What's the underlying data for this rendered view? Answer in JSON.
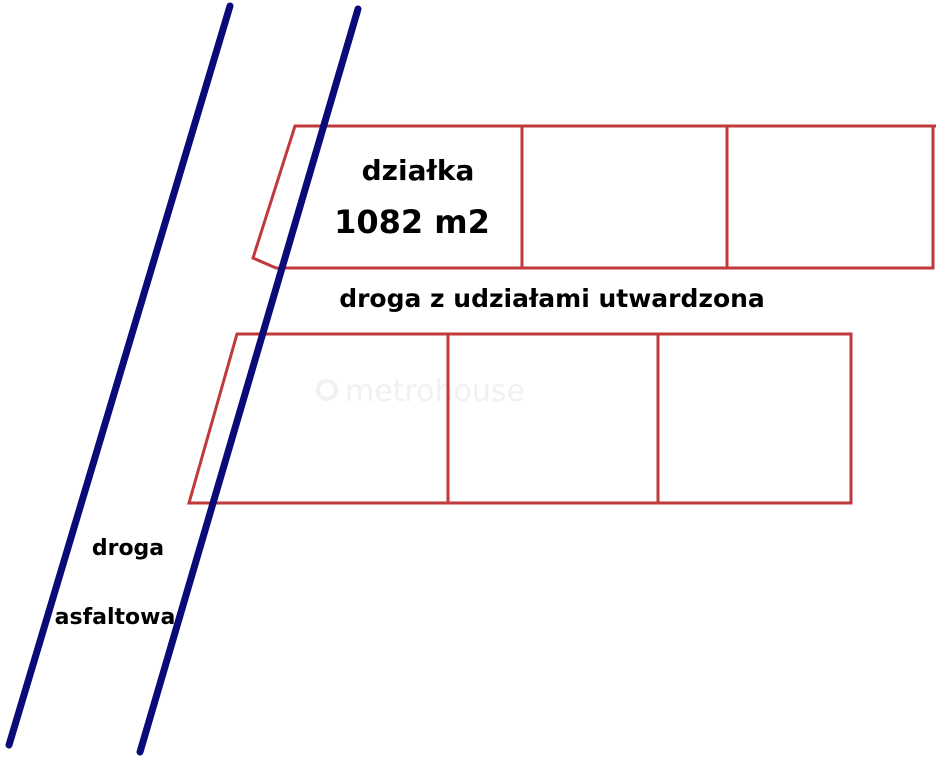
{
  "colors": {
    "plot_outline": "#c0393b",
    "road": "#0a0a78",
    "text": "#000000",
    "watermark": "#f1f1f1"
  },
  "labels": {
    "plot_name": "działka",
    "plot_area": "1082 m2",
    "shared_road": "droga z udziałami utwardzona",
    "asphalt_road_line1": "droga",
    "asphalt_road_line2": "asfaltowa",
    "watermark": "metrohouse"
  }
}
